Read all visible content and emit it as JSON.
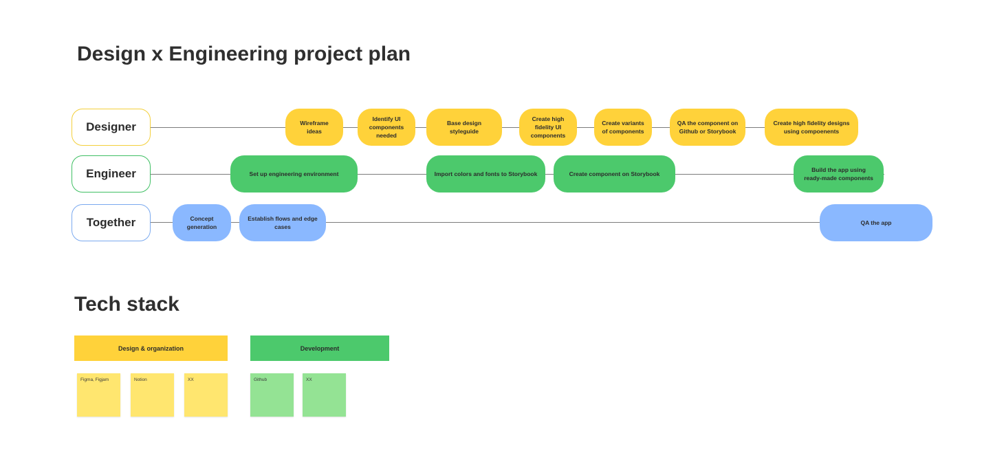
{
  "plan": {
    "title": "Design x Engineering project plan",
    "lanes": {
      "designer": {
        "label": "Designer",
        "color": "#ffd23a",
        "tasks": [
          "Wireframe ideas",
          "Identify UI\ncomponents\nneeded",
          "Base design styleguide",
          "Create high\nfidelity UI\ncomponents",
          "Create variants\nof components",
          "QA the component on\nGithub or Storybook",
          "Create high fidelity designs\nusing compoenents"
        ]
      },
      "engineer": {
        "label": "Engineer",
        "color": "#4cc96c",
        "tasks": [
          "Set up engineering environment",
          "Import colors and fonts to Storybook",
          "Create component on Storybook",
          "Build the app using\nready-made components"
        ]
      },
      "together": {
        "label": "Together",
        "color": "#8ab8ff",
        "tasks": [
          "Concept\ngeneration",
          "Establish flows and edge\ncases",
          "QA the app"
        ]
      }
    }
  },
  "stack": {
    "title": "Tech stack",
    "groups": [
      {
        "label": "Design & organization",
        "color": "#ffd23a",
        "items": [
          "Figma, Figjam",
          "Notion",
          "XX"
        ]
      },
      {
        "label": "Development",
        "color": "#4cc96c",
        "items": [
          "Github",
          "XX"
        ]
      }
    ]
  }
}
